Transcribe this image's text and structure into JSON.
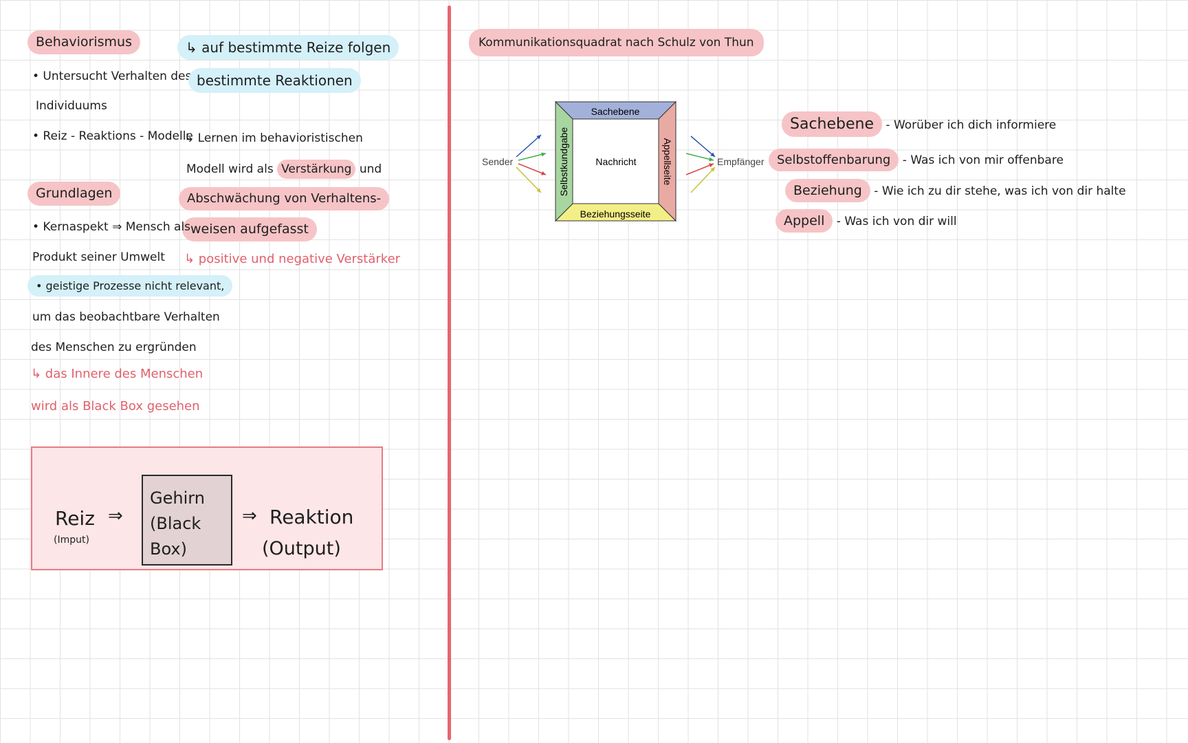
{
  "left": {
    "behaviorismus": {
      "heading": "Behaviorismus",
      "bullet1_line1": "• Untersucht Verhalten des",
      "bullet1_line2": "Individuums",
      "bullet2": "• Reiz - Reaktions - Modelle",
      "reiz_line1": "↳ auf bestimmte Reize folgen",
      "reiz_line2": "bestimmte Reaktionen",
      "lernen_line1": "↳ Lernen im behavioristischen",
      "lernen_line2_a": "Modell wird als",
      "lernen_line2_b": "Verstärkung",
      "lernen_line2_c": "und",
      "lernen_line3": "Abschwächung von Verhaltens-",
      "lernen_line4": "weisen aufgefasst",
      "verstaerker": "↳ positive und negative Verstärker"
    },
    "grundlagen": {
      "heading": "Grundlagen",
      "line1": "• Kernaspekt ⇒ Mensch als",
      "line2": "Produkt seiner Umwelt",
      "line3": "• geistige Prozesse nicht relevant,",
      "line4": "um das beobachtbare Verhalten",
      "line5": "des Menschen zu ergründen",
      "line6": "↳ das Innere des Menschen",
      "line7": "wird als Black Box gesehen"
    },
    "model": {
      "reiz": "Reiz",
      "input": "(Imput)",
      "arrow1": "⇒",
      "box_line1": "Gehirn",
      "box_line2": "(Black",
      "box_line3": "Box)",
      "arrow2": "⇒",
      "reaktion": "Reaktion",
      "output": "(Output)"
    }
  },
  "right": {
    "title": "Kommunikationsquadrat nach Schulz von Thun",
    "diagram": {
      "top": "Sachebene",
      "bottom": "Beziehungsseite",
      "left": "Selbstkundgabe",
      "right": "Appellseite",
      "center": "Nachricht",
      "sender": "Sender",
      "receiver": "Empfänger",
      "colors": {
        "top": "#a3b1da",
        "bottom": "#f3ef87",
        "left": "#a8d6a1",
        "right": "#e9aaa4"
      },
      "arrow_colors": [
        "#2a55b5",
        "#3fae46",
        "#d64545",
        "#c9c236"
      ]
    },
    "levels": [
      {
        "term": "Sachebene",
        "dash": "-",
        "desc": "Worüber ich dich informiere"
      },
      {
        "term": "Selbstoffenbarung",
        "dash": "-",
        "desc": "Was ich von mir offenbare"
      },
      {
        "term": "Beziehung",
        "dash": "-",
        "desc": "Wie ich zu dir stehe, was ich von dir halte"
      },
      {
        "term": "Appell",
        "dash": "-",
        "desc": "Was ich von dir will"
      }
    ]
  },
  "colors": {
    "divider": "#e46670",
    "highlight_pink": "#f6c4c6",
    "highlight_blue": "#d4f0f8",
    "red_text": "#e0616b"
  }
}
